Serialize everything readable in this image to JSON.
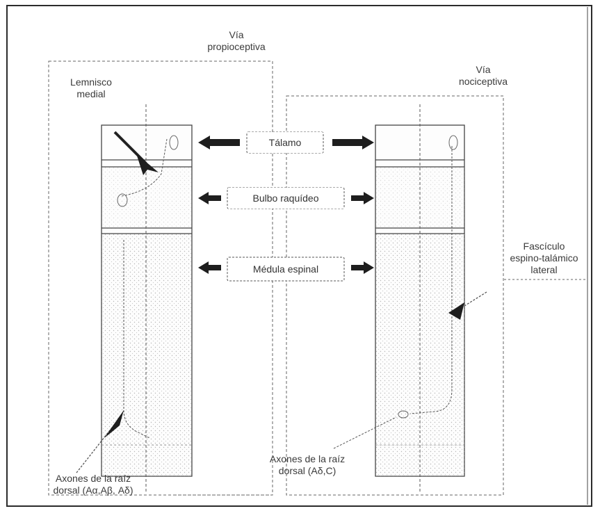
{
  "labels": {
    "via_propioceptiva": [
      "Vía",
      "propioceptiva"
    ],
    "via_nociceptiva": [
      "Vía",
      "nociceptiva"
    ],
    "lemnisco_medial": [
      "Lemnisco",
      "medial"
    ],
    "fasciculo": [
      "Fascículo",
      "espino-talámico",
      "lateral"
    ],
    "axones_left": [
      "Axones de la raíz",
      "dorsal (Aα,Aβ, Aδ)"
    ],
    "axones_right": [
      "Axones de la raíz",
      "dorsal (Aδ,C)"
    ]
  },
  "levels": [
    "Tálamo",
    "Bulbo raquídeo",
    "Médula espinal"
  ],
  "colors": {
    "line": "#2b2b2b",
    "dash": "#555555",
    "arrow": "#1e1e1e",
    "stipple": "#b5b5b5"
  }
}
